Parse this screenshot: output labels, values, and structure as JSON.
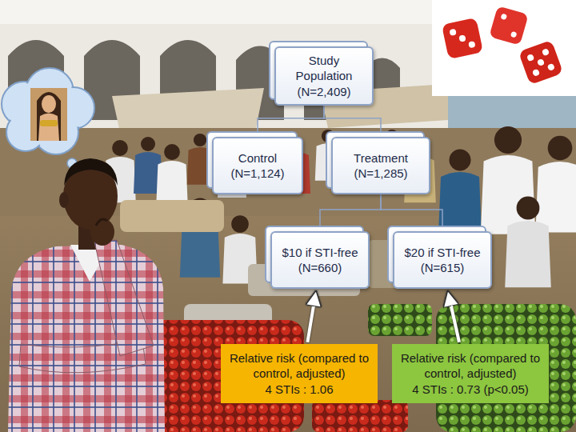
{
  "diagram": {
    "nodes": [
      {
        "text": [
          "Study Population",
          "(N=2,409)"
        ]
      },
      {
        "text": [
          "Control",
          "(N=1,124)"
        ]
      },
      {
        "text": [
          "Treatment",
          "(N=1,285)"
        ]
      },
      {
        "text": [
          "$10 if STI-free",
          "(N=660)"
        ]
      },
      {
        "text": [
          "$20 if STI-free",
          "(N=615)"
        ]
      },
      {
        "text": [
          "Relative risk (compared to control, adjusted)",
          "4 STIs : 1.06"
        ]
      },
      {
        "text": [
          "Relative risk (compared to control, adjusted)",
          "4 STIs : 0.73 (p<0.05)"
        ]
      }
    ],
    "edges": [
      {
        "from": 0,
        "to": 1,
        "arrow": "none"
      },
      {
        "from": 0,
        "to": 2,
        "arrow": "none"
      },
      {
        "from": 2,
        "to": 3,
        "arrow": "none"
      },
      {
        "from": 2,
        "to": 4,
        "arrow": "none"
      },
      {
        "from": 5,
        "to": 3,
        "arrow": "to"
      },
      {
        "from": 6,
        "to": 4,
        "arrow": "to"
      }
    ]
  }
}
